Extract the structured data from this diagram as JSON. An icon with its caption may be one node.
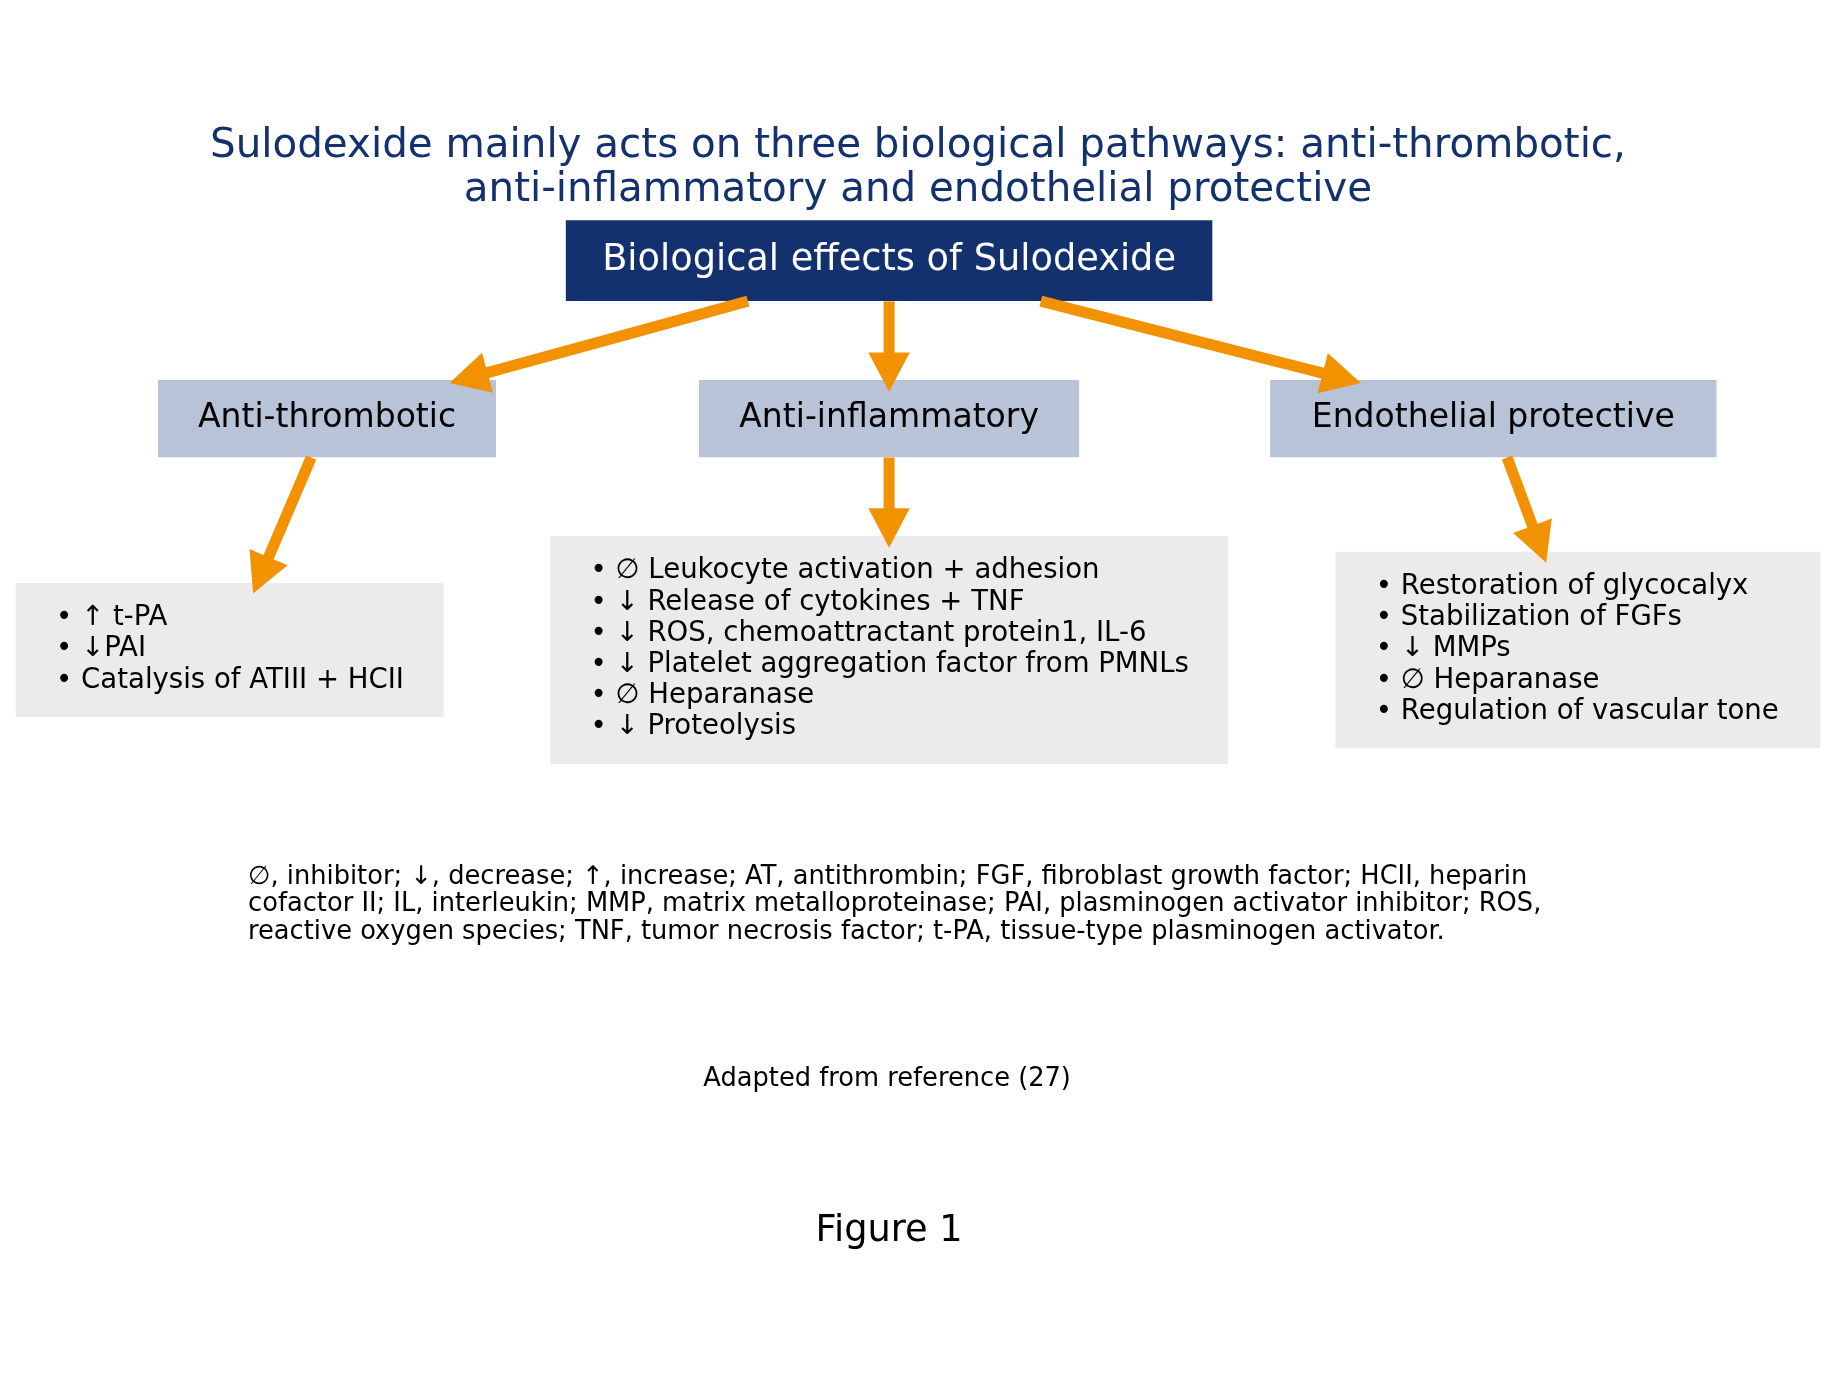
{
  "diagram": {
    "title": "Sulodexide mainly acts on three biological pathways: anti-thrombotic, anti-inflammatory and endothelial protective",
    "caption": "Figure 1",
    "nodes": [
      {
        "text": [
          "Biological effects of Sulodexide"
        ]
      },
      {
        "text": [
          "Anti-thrombotic"
        ]
      },
      {
        "text": [
          "Anti-inflammatory"
        ]
      },
      {
        "text": [
          "Endothelial protective"
        ]
      },
      {
        "text": [
          "• ↑ t-PA",
          "• ↓PAI",
          "• Catalysis of ATIII + HCII"
        ]
      },
      {
        "text": [
          "• ∅ Leukocyte activation + adhesion",
          "• ↓ Release of cytokines + TNF",
          "• ↓ ROS, chemoattractant protein1, IL-6",
          "• ↓ Platelet aggregation factor from PMNLs",
          "• ∅ Heparanase",
          "• ↓ Proteolysis"
        ]
      },
      {
        "text": [
          "• Restoration of glycocalyx",
          "• Stabilization of FGFs",
          "• ↓ MMPs",
          "• ∅ Heparanase",
          "• Regulation of vascular tone"
        ]
      }
    ],
    "edges": [
      {
        "from": 0,
        "to": 1,
        "arrow": "to"
      },
      {
        "from": 0,
        "to": 2,
        "arrow": "to"
      },
      {
        "from": 0,
        "to": 3,
        "arrow": "to"
      },
      {
        "from": 1,
        "to": 4,
        "arrow": "to"
      },
      {
        "from": 2,
        "to": 5,
        "arrow": "to"
      },
      {
        "from": 3,
        "to": 6,
        "arrow": "to"
      }
    ],
    "labels": [
      "∅, inhibitor; ↓, decrease; ↑, increase; AT, antithrombin; FGF, fibroblast growth factor; HCII, heparin cofactor II; IL, interleukin; MMP, matrix metalloproteinase; PAI, plasminogen activator inhibitor; ROS, reactive oxygen species; TNF, tumor necrosis factor; t-PA, tissue-type plasminogen activator.",
      "Adapted from reference (27)"
    ]
  }
}
